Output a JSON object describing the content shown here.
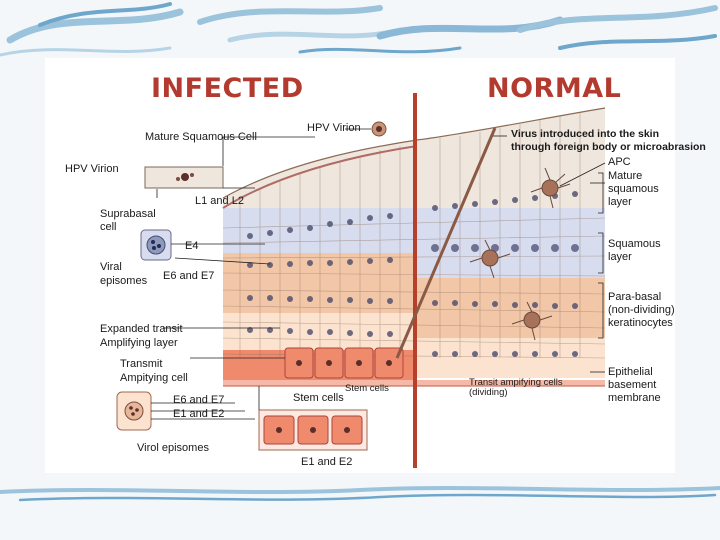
{
  "header": {
    "infected": "INFECTED",
    "normal": "NORMAL"
  },
  "left_labels": {
    "mature_squamous_cell": "Mature Squamous Cell",
    "hpv_virion_top": "HPV Virion",
    "hpv_virion_left": "HPV Virion",
    "l1_l2": "L1 and L2",
    "suprabasal_1": "Suprabasal",
    "suprabasal_2": "cell",
    "e4": "E4",
    "viral_1": "Viral",
    "viral_2": "episomes",
    "e6_e7_upper": "E6 and E7",
    "expanded_1": "Expanded transit",
    "expanded_2": "Amplifying layer",
    "transmit_1": "Transmit",
    "transmit_2": "Ampitying cell",
    "e6_e7_lower": "E6 and E7",
    "e1_e2_left": "E1 and E2",
    "virol_episomes": "Virol episomes",
    "stem_cells_box": "Stem cells",
    "stem_cells_tissue": "Stem cells",
    "e1_e2_bottom": "E1 and E2"
  },
  "right_labels": {
    "virus_intro_1": "Virus introduced into the skin",
    "virus_intro_2": "through foreign body or microabrasion",
    "apc": "APC",
    "mature_1": "Mature",
    "mature_2": "squamous",
    "mature_3": "layer",
    "squamous_1": "Squamous",
    "squamous_2": "layer",
    "parabasal_1": "Para-basal",
    "parabasal_2": "(non-dividing)",
    "parabasal_3": "keratinocytes",
    "epithelial_1": "Epithelial",
    "epithelial_2": "basement",
    "epithelial_3": "membrane",
    "transit_1": "Transit ampifying cells",
    "transit_2": "(dividing)"
  },
  "colors": {
    "title_red": "#b33a2e",
    "divider": "#b5412d",
    "mature_layer": "#efe6dd",
    "squamous_layer": "#d7dcee",
    "parabasal_layer": "#f2c7a8",
    "transit_layer": "#fbe3cf",
    "stem_layer": "#f08a6d",
    "membrane": "#f6b9a7",
    "nucleus": "#4b4b6b",
    "accent_blue": "#5a8fb8"
  }
}
